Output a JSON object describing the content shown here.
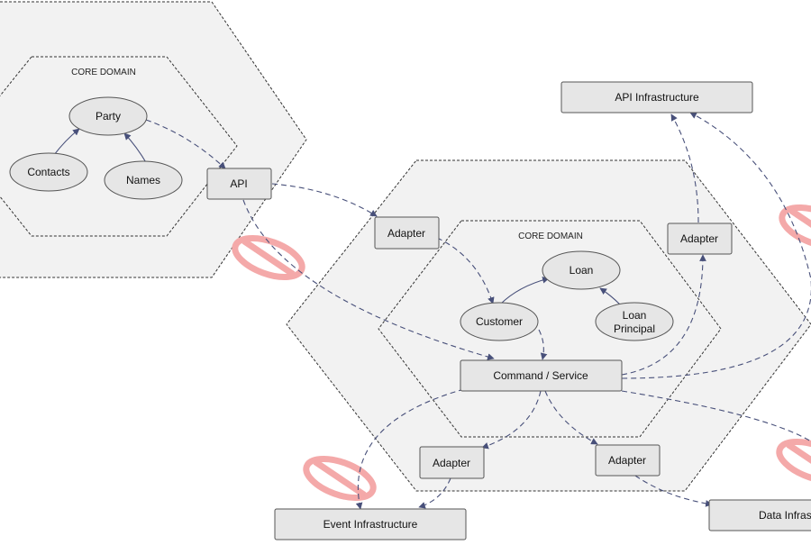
{
  "left_context": {
    "domain_label": "CORE DOMAIN",
    "entities": {
      "party": "Party",
      "contacts": "Contacts",
      "names": "Names"
    },
    "api_port": "API"
  },
  "right_context": {
    "domain_label": "CORE DOMAIN",
    "entities": {
      "loan": "Loan",
      "customer": "Customer",
      "loan_principal_line1": "Loan",
      "loan_principal_line2": "Principal"
    },
    "command_service": "Command / Service",
    "adapter_in": "Adapter",
    "adapter_api": "Adapter",
    "adapter_event": "Adapter",
    "adapter_data": "Adapter"
  },
  "infrastructure": {
    "api": "API Infrastructure",
    "event": "Event Infrastructure",
    "data": "Data Infrastructure"
  },
  "colors": {
    "hexagon_fill": "#f2f2f2",
    "hexagon_stroke": "#333333",
    "box_fill": "#e6e6e6",
    "box_stroke": "#555555",
    "arrow": "#48507a",
    "prohibited": "#f4a9a9"
  }
}
